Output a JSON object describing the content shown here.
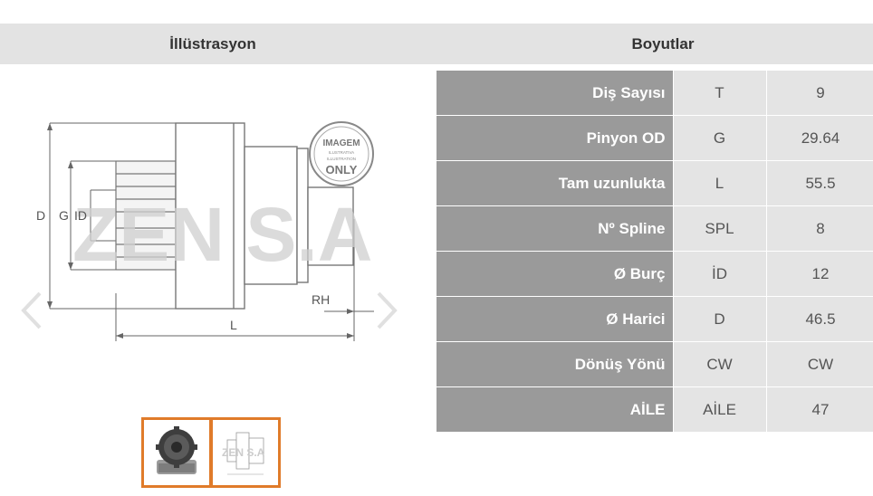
{
  "headers": {
    "illustration": "İllüstrasyon",
    "dimensions": "Boyutlar"
  },
  "drawing": {
    "label_d": "D",
    "label_g": "G",
    "label_id": "ID",
    "label_l": "L",
    "label_rh": "RH",
    "watermark": "ZEN S.A",
    "stamp_top": "IMAGEM",
    "stamp_small1": "ILUSTRATIVA",
    "stamp_small2": "ILLUSTRATION",
    "stamp_bottom": "ONLY"
  },
  "specs": [
    {
      "label": "Diş Sayısı",
      "code": "T",
      "value": "9"
    },
    {
      "label": "Pinyon OD",
      "code": "G",
      "value": "29.64"
    },
    {
      "label": "Tam uzunlukta",
      "code": "L",
      "value": "55.5"
    },
    {
      "label": "Nº Spline",
      "code": "SPL",
      "value": "8"
    },
    {
      "label": "Ø Burç",
      "code": "İD",
      "value": "12"
    },
    {
      "label": "Ø Harici",
      "code": "D",
      "value": "46.5"
    },
    {
      "label": "Dönüş Yönü",
      "code": "CW",
      "value": "CW"
    },
    {
      "label": "AİLE",
      "code": "AİLE",
      "value": "47"
    }
  ],
  "colors": {
    "accent": "#e07b2a",
    "header_bg": "#e3e3e3",
    "label_bg": "#9a9a9a",
    "cell_bg": "#e4e4e4"
  },
  "icons": {
    "prev": "chevron-left-icon",
    "next": "chevron-right-icon"
  }
}
